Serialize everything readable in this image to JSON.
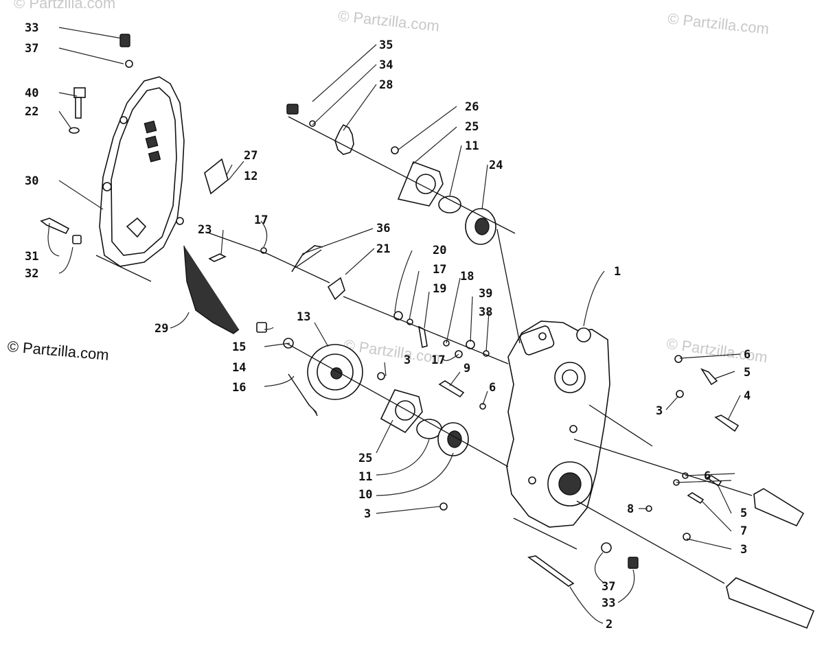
{
  "watermarks": {
    "top_center": "© Partzilla.com",
    "top_left": "© Partzilla.com",
    "top_right": "© Partzilla.com",
    "left": "© Partzilla.com",
    "mid_center": "© Partzilla.com",
    "right_mid": "© Partzilla.com"
  },
  "callouts": {
    "c1": "1",
    "c2": "2",
    "c3a": "3",
    "c3b": "3",
    "c3c": "3",
    "c3d": "3",
    "c4": "4",
    "c5a": "5",
    "c5b": "5",
    "c6a": "6",
    "c6b": "6",
    "c6c": "6",
    "c7": "7",
    "c8": "8",
    "c9": "9",
    "c10": "10",
    "c11a": "11",
    "c11b": "11",
    "c12": "12",
    "c13": "13",
    "c14": "14",
    "c15": "15",
    "c16": "16",
    "c17a": "17",
    "c17b": "17",
    "c17c": "17",
    "c18": "18",
    "c19": "19",
    "c20": "20",
    "c21": "21",
    "c22": "22",
    "c23": "23",
    "c24": "24",
    "c25a": "25",
    "c25b": "25",
    "c26": "26",
    "c27": "27",
    "c28": "28",
    "c29": "29",
    "c30": "30",
    "c31": "31",
    "c32": "32",
    "c33a": "33",
    "c33b": "33",
    "c34": "34",
    "c35": "35",
    "c36": "36",
    "c37a": "37",
    "c37b": "37",
    "c38": "38",
    "c39": "39",
    "c40": "40"
  }
}
